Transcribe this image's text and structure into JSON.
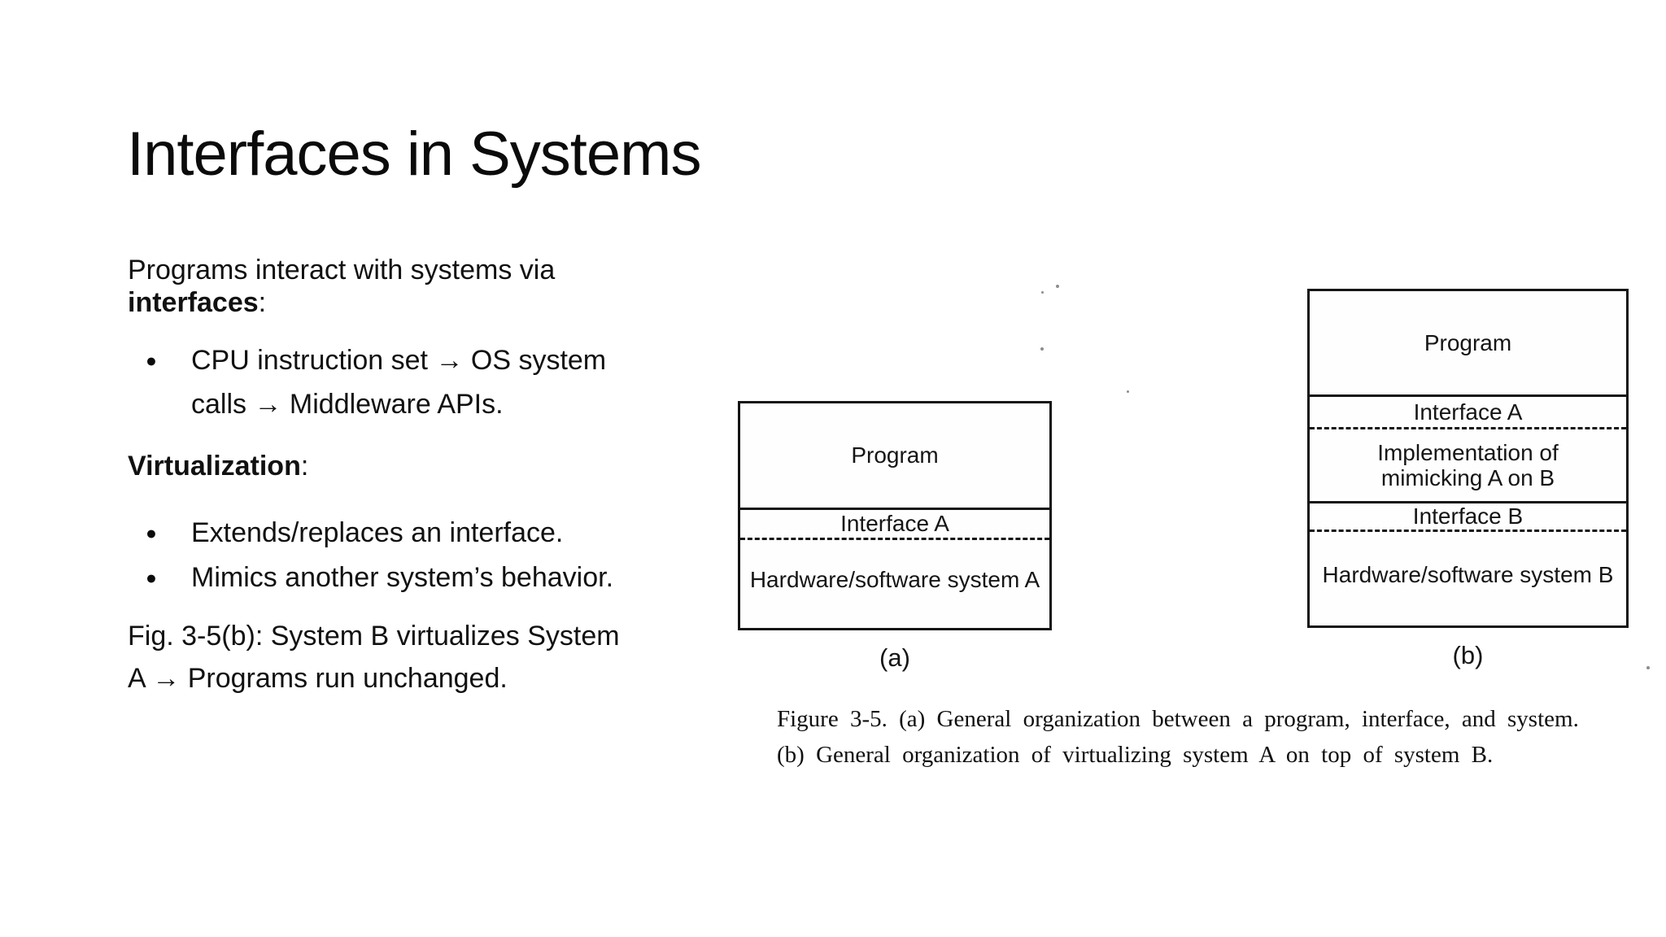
{
  "title": "Interfaces in Systems",
  "icons": {
    "bullet": "●"
  },
  "body": {
    "para1_line1": "Programs interact with systems via",
    "para1_bold": "interfaces",
    "para1_colon": ":",
    "bullet1_line1": "CPU instruction set → OS system",
    "bullet1_line2": "calls → Middleware APIs.",
    "para2_bold": "Virtualization",
    "para2_colon": ":",
    "bullet2": "Extends/replaces an interface.",
    "bullet3": "Mimics another system’s behavior.",
    "para3_line1": "Fig. 3-5(b): System B virtualizes System",
    "para3_line2": "A → Programs run unchanged."
  },
  "figure": {
    "diagram_a": {
      "program": "Program",
      "interface_a": "Interface A",
      "hardware": "Hardware/software system A",
      "label": "(a)"
    },
    "diagram_b": {
      "program": "Program",
      "interface_a": "Interface A",
      "impl_line1": "Implementation of",
      "impl_line2": "mimicking A on B",
      "interface_b": "Interface B",
      "hardware": "Hardware/software system B",
      "label": "(b)"
    },
    "caption_line1": "Figure 3-5. (a) General organization between a program, interface, and system.",
    "caption_line2": "(b) General organization of virtualizing system A on top of system B."
  },
  "colors": {
    "background": "#ffffff",
    "text": "#111111",
    "figure_ink": "#151515"
  }
}
